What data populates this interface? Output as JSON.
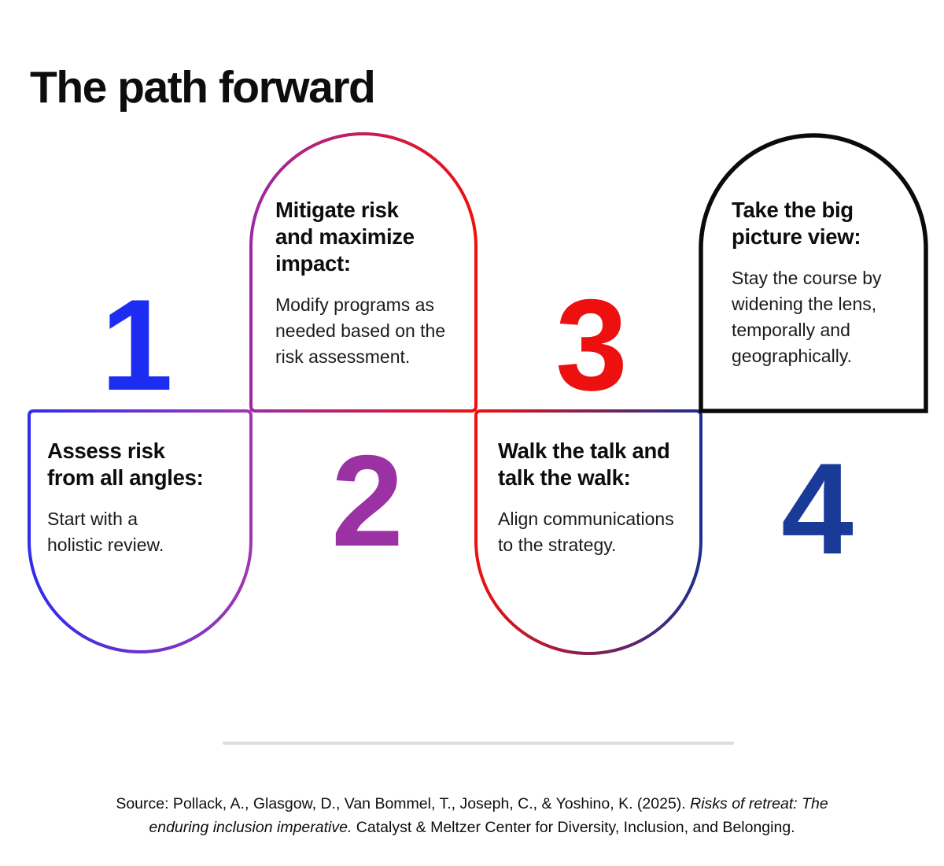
{
  "page": {
    "title": "The path forward",
    "background": "#ffffff"
  },
  "steps": [
    {
      "number": "1",
      "number_color": "#1C2DF1",
      "heading": "Assess risk\nfrom all angles:",
      "body": "Start with a\nholistic review.",
      "shape": "capsule-rounded-bottom",
      "gradient": {
        "from": "#2F2CEF",
        "to": "#A136B3"
      }
    },
    {
      "number": "2",
      "number_color": "#9B32A4",
      "heading": "Mitigate risk\nand maximize\nimpact:",
      "body": "Modify programs as\nneeded based on the\nrisk assessment.",
      "shape": "arch-rounded-top",
      "gradient": {
        "from": "#9B2AA2",
        "to": "#EE1010"
      }
    },
    {
      "number": "3",
      "number_color": "#EE0F0F",
      "heading": "Walk the talk and\ntalk the walk:",
      "body": "Align communications\nto the strategy.",
      "shape": "capsule-rounded-bottom",
      "gradient": {
        "from": "#EE1010",
        "to": "#1D2F90"
      }
    },
    {
      "number": "4",
      "number_color": "#1A3A97",
      "heading": "Take the big\npicture view:",
      "body": "Stay the course by\nwidening the lens,\ntemporally and\ngeographically.",
      "shape": "arch-rounded-top",
      "stroke": "#0A0A0A"
    }
  ],
  "divider": {
    "color": "#DCDCDC"
  },
  "source": {
    "prefix": "Source: Pollack, A., Glasgow, D., Van Bommel, T., Joseph, C., & Yoshino, K. (2025). ",
    "italic": "Risks of retreat: The enduring inclusion imperative.",
    "suffix": " Catalyst & Meltzer Center for Diversity, Inclusion, and Belonging."
  }
}
